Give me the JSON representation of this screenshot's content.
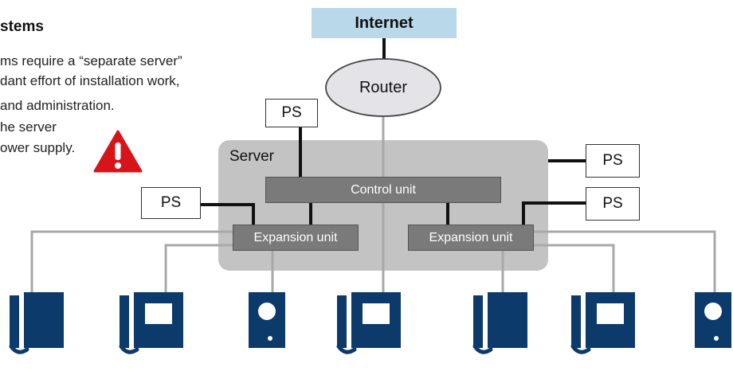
{
  "intro": {
    "heading": "stems",
    "lines": [
      "ms require a “separate server”",
      "dant effort of installation work,",
      " and administration.",
      "he server",
      "ower supply."
    ]
  },
  "nodes": {
    "internet": "Internet",
    "router": "Router",
    "server": "Server",
    "control_unit": "Control unit",
    "expansion_unit_left": "Expansion unit",
    "expansion_unit_right": "Expansion unit",
    "power_supply_top": "PS",
    "power_supply_left": "PS",
    "power_supply_right_top": "PS",
    "power_supply_right_bottom": "PS"
  },
  "devices": [
    {
      "name": "handset-station-1",
      "kind": "handset"
    },
    {
      "name": "video-station-1",
      "kind": "video"
    },
    {
      "name": "door-station-1",
      "kind": "door"
    },
    {
      "name": "video-station-2",
      "kind": "video"
    },
    {
      "name": "handset-station-2",
      "kind": "handset"
    },
    {
      "name": "video-station-3",
      "kind": "video"
    },
    {
      "name": "door-station-2",
      "kind": "door"
    }
  ],
  "colors": {
    "internet_fill": "#b9d8ea",
    "router_fill": "#e4e4e8",
    "server_fill": "#c3c3c3",
    "unit_fill": "#7a7a7a",
    "device_navy": "#0c3a6b",
    "warning_red": "#d7141a",
    "power_line": "#111111",
    "network_line": "#a8a8a8"
  },
  "icons": [
    "warning-icon"
  ]
}
